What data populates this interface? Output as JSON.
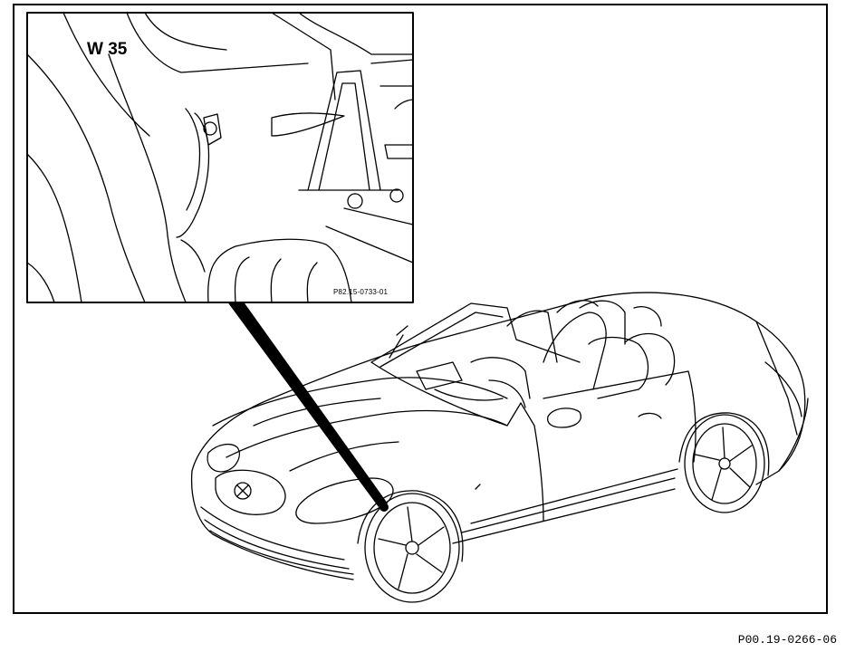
{
  "inset": {
    "component_label": "W 35",
    "reference_code": "P82.15-0733-01"
  },
  "figure": {
    "reference_code": "P00.19-0266-06"
  },
  "colors": {
    "line": "#000000",
    "background": "#ffffff"
  }
}
